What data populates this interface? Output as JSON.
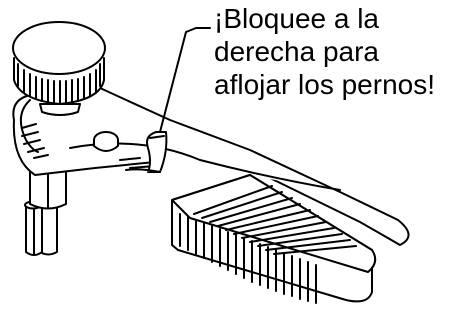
{
  "callout": {
    "lines": [
      "¡Bloquee a la",
      "derecha para",
      "aflojar los pernos!"
    ]
  },
  "colors": {
    "ink": "#000000",
    "paper": "#ffffff",
    "shade": "#e9e9e9"
  }
}
